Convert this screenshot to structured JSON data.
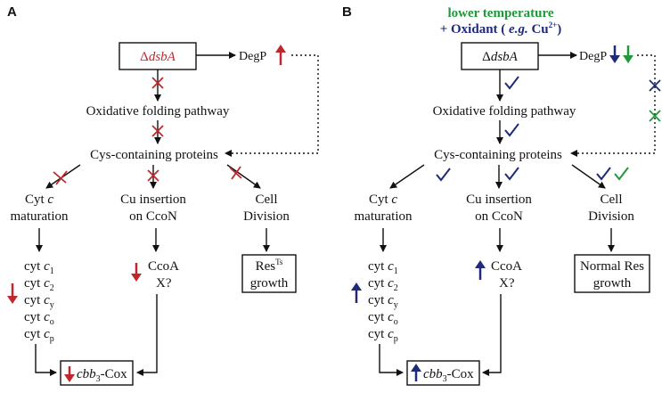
{
  "colors": {
    "black": "#111111",
    "red": "#c0272d",
    "blue": "#1f2a7a",
    "green": "#1f9a3a"
  },
  "panel_a": {
    "label": "A",
    "dsba_delta": "Δ",
    "dsba_name": "dsbA",
    "degp": "DegP",
    "oxidative": "Oxidative folding pathway",
    "cys": "Cys-containing proteins",
    "cytc_line1_a": "Cyt ",
    "cytc_line1_b": "c",
    "cytc_line2": "maturation",
    "cu_line1": "Cu insertion",
    "cu_line2": "on CcoN",
    "cell_line1": "Cell",
    "cell_line2": "Division",
    "ccoa": "CcoA",
    "x": "X?",
    "cyt_prefix": "cyt ",
    "cyt_letter": "c",
    "cyt_subs": [
      "1",
      "2",
      "y",
      "o",
      "p"
    ],
    "res_main": "Res",
    "res_sup": "Ts",
    "res_line2": "growth",
    "cbb_letters": "cbb",
    "cbb_sub": "3",
    "cbb_suffix": "-Cox"
  },
  "panel_b": {
    "label": "B",
    "header_line1": "lower temperature",
    "header_line2_a": "+ Oxidant ( ",
    "header_line2_b": "e.g.",
    "header_line2_c": " Cu",
    "header_line2_sup": "2+",
    "header_line2_d": ")",
    "dsba_delta": "Δ",
    "dsba_name": "dsbA",
    "degp": "DegP",
    "oxidative": "Oxidative folding pathway",
    "cys": "Cys-containing proteins",
    "cytc_line1_a": "Cyt ",
    "cytc_line1_b": "c",
    "cytc_line2": "maturation",
    "cu_line1": "Cu insertion",
    "cu_line2": "on CcoN",
    "cell_line1": "Cell",
    "cell_line2": "Division",
    "ccoa": "CcoA",
    "x": "X?",
    "cyt_prefix": "cyt ",
    "cyt_letter": "c",
    "cyt_subs": [
      "1",
      "2",
      "y",
      "o",
      "p"
    ],
    "res_line1": "Normal Res",
    "res_line2": "growth",
    "cbb_letters": "cbb",
    "cbb_sub": "3",
    "cbb_suffix": "-Cox"
  }
}
